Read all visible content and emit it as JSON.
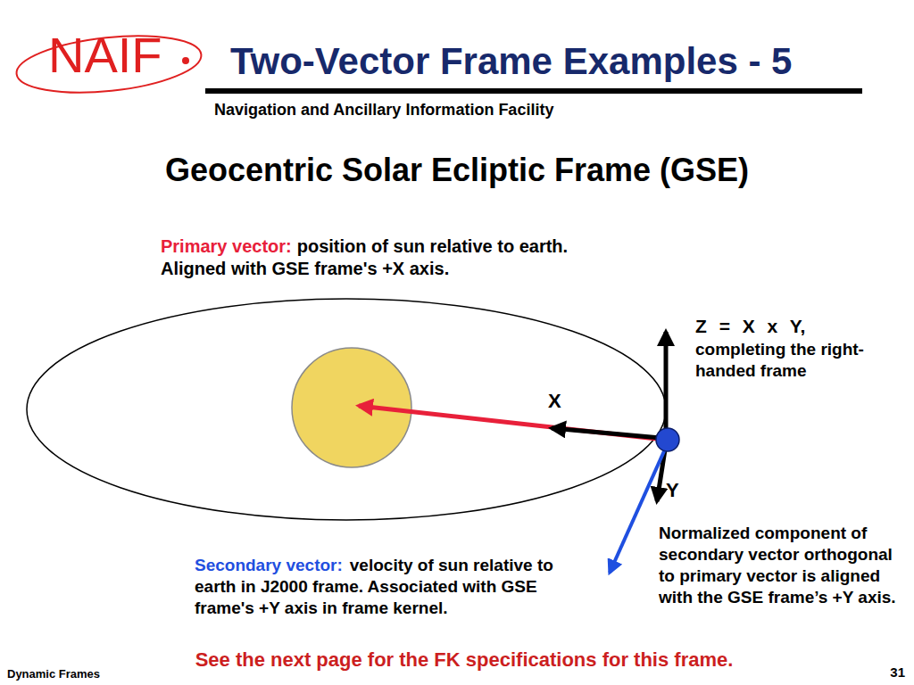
{
  "diagram": {
    "title": "Two-Vector Frame Examples - 5",
    "labels": [
      "NAIF",
      "Navigation and Ancillary Information Facility",
      "Geocentric Solar Ecliptic Frame (GSE)",
      "Primary vector:",
      "position of sun relative to earth. Aligned with GSE frame's +X axis.",
      "Z = X x Y,",
      "completing the right-handed frame",
      "X",
      "Y",
      "Normalized component of secondary vector orthogonal to primary vector is aligned with the GSE frame’s +Y axis.",
      "Secondary vector:",
      "velocity of sun relative to earth in J2000 frame. Associated with GSE frame's +Y axis in frame kernel.",
      "See the next page for the FK specifications for this frame.",
      "Dynamic Frames",
      "31"
    ]
  }
}
